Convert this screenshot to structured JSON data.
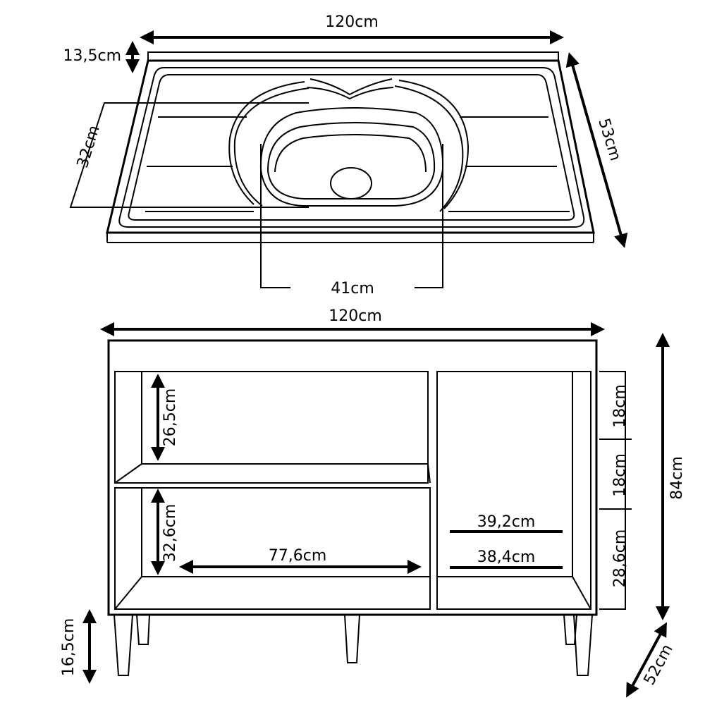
{
  "sink": {
    "width_label": "120cm",
    "backsplash_label": "13,5cm",
    "depth_label": "53cm",
    "bowl_depth_label": "32cm",
    "bowl_width_label": "41cm"
  },
  "cabinet": {
    "width_label": "120cm",
    "height_label": "84cm",
    "depth_label": "52cm",
    "leg_height_label": "16,5cm",
    "upper_niche_label": "26,5cm",
    "lower_niche_label": "32,6cm",
    "niche_width_label": "77,6cm",
    "drawer_top_label": "18cm",
    "drawer_mid_label": "18cm",
    "drawer_bottom_label": "28,6cm",
    "door_width_upper_label": "39,2cm",
    "door_width_lower_label": "38,4cm"
  }
}
